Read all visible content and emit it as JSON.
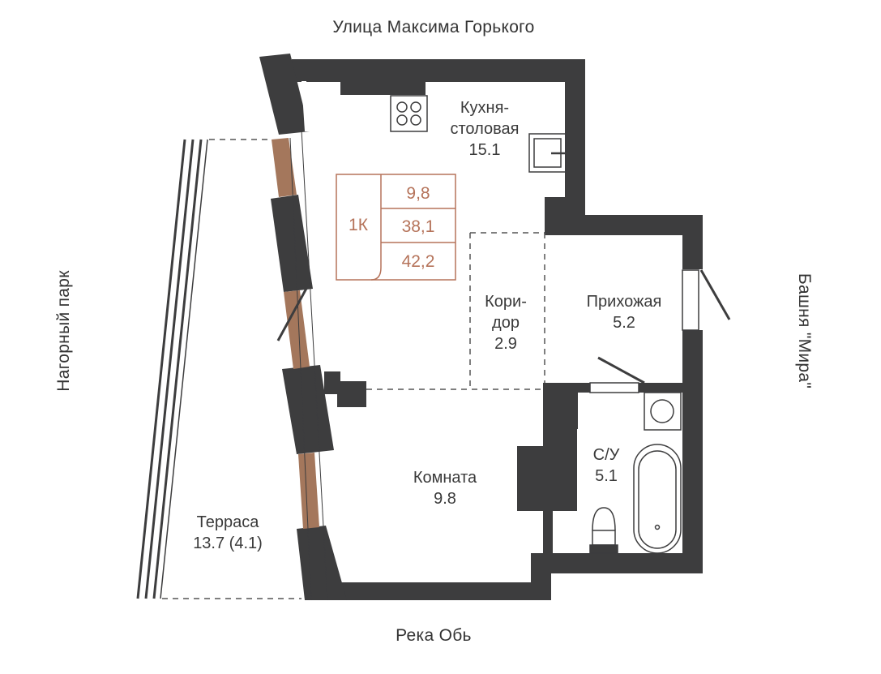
{
  "streets": {
    "north": "Улица Максима Горького",
    "south": "Река Обь",
    "west": "Нагорный парк",
    "east": "Башня \"Мира\""
  },
  "rooms": {
    "kitchen": {
      "name_line1": "Кухня-",
      "name_line2": "столовая",
      "area": "15.1"
    },
    "corridor": {
      "name_line1": "Кори-",
      "name_line2": "дор",
      "area": "2.9"
    },
    "hallway": {
      "name": "Прихожая",
      "area": "5.2"
    },
    "bathroom": {
      "name": "С/У",
      "area": "5.1"
    },
    "room": {
      "name": "Комната",
      "area": "9.8"
    },
    "terrace": {
      "name": "Терраса",
      "area": "13.7 (4.1)"
    }
  },
  "badge": {
    "type": "1К",
    "living_area": "9,8",
    "total_area": "38,1",
    "total_with_terrace": "42,2"
  },
  "colors": {
    "wall": "#3d3d3e",
    "window_frame": "#a4775c",
    "badge": "#b5735a",
    "text": "#3a3a3a"
  }
}
